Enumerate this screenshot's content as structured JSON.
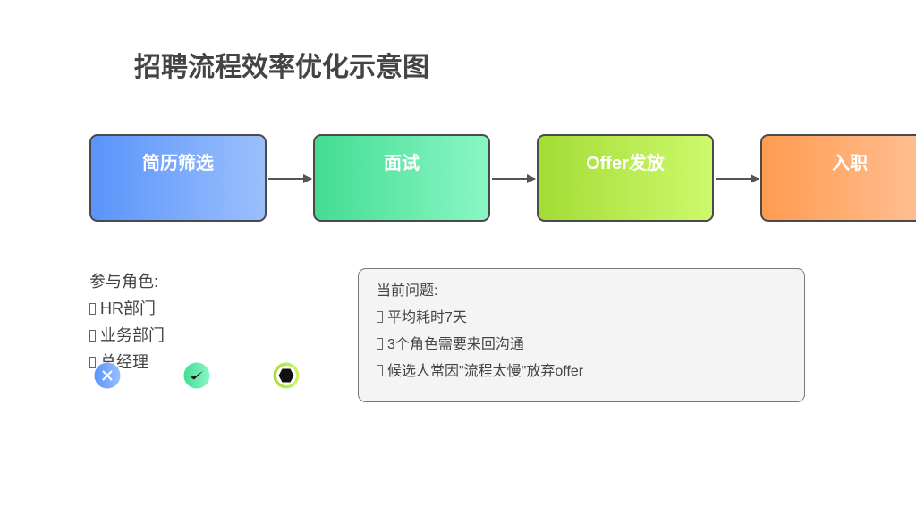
{
  "title": "招聘流程效率优化示意图",
  "steps": [
    {
      "label": "简历筛选"
    },
    {
      "label": "面试"
    },
    {
      "label": "Offer发放"
    },
    {
      "label": "入职"
    }
  ],
  "roles": {
    "heading": "参与角色:",
    "items": [
      "HR部门",
      "业务部门",
      "总经理"
    ]
  },
  "problems": {
    "heading": "当前问题:",
    "items": [
      "平均耗时7天",
      "3个角色需要来回沟通",
      "候选人常因\"流程太慢\"放弃offer"
    ]
  },
  "icons": [
    "close-icon",
    "check-icon",
    "hexagon-icon"
  ],
  "colors": {
    "title": "#444444",
    "step_border": "#4a4a4a",
    "arrow": "#555555",
    "step_1": "#5a94fb",
    "step_2": "#44dc92",
    "step_3": "#a3dc35",
    "step_4": "#ff9b51",
    "problem_bg": "#f4f4f4"
  }
}
